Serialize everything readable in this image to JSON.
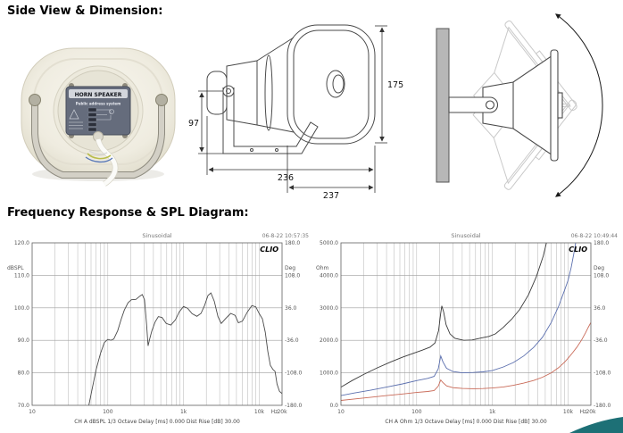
{
  "headings": {
    "side_view": "Side View & Dimension:",
    "frequency": "Frequency Response & SPL Diagram:"
  },
  "photo": {
    "label_title": "HORN SPEAKER",
    "label_subtitle": "Public address system"
  },
  "dimensions": {
    "bracket_height": "97",
    "horn_height": "175",
    "depth_body": "236",
    "depth_horn": "237"
  },
  "chart_data": [
    {
      "type": "line",
      "title": "Sinusoidal",
      "timestamp": "06-8-22 10:57:35",
      "logo": "CLIO",
      "x_scale": "log",
      "xlim": [
        10,
        20000
      ],
      "x_ticks": [
        {
          "v": 10,
          "label": "10"
        },
        {
          "v": 100,
          "label": "100"
        },
        {
          "v": 1000,
          "label": "1k"
        },
        {
          "v": 10000,
          "label": "10k"
        },
        {
          "v": 20000,
          "label": "20k"
        }
      ],
      "x_unit": "Hz",
      "left_axis": {
        "label": "dBSPL",
        "lim": [
          70,
          120
        ],
        "ticks": [
          {
            "v": 120,
            "label": "120.0"
          },
          {
            "v": 110,
            "label": "110.0"
          },
          {
            "v": 100,
            "label": "100.0"
          },
          {
            "v": 90,
            "label": "90.0"
          },
          {
            "v": 80,
            "label": "80.0"
          },
          {
            "v": 70,
            "label": "70.0"
          }
        ]
      },
      "right_axis": {
        "label": "Deg",
        "lim": [
          -180,
          180
        ],
        "ticks": [
          {
            "v": 180,
            "label": "180.0"
          },
          {
            "v": 108,
            "label": "108.0"
          },
          {
            "v": 36,
            "label": "36.0"
          },
          {
            "v": -36,
            "label": "-36.0"
          },
          {
            "v": -108,
            "label": "-108.0"
          },
          {
            "v": -180,
            "label": "-180.0"
          }
        ]
      },
      "caption": "CH A   dBSPL   1/3 Octave   Delay [ms] 0.000   Dist Rise [dB] 30.00",
      "series": [
        {
          "name": "spl-response",
          "color": "#4a4a4a",
          "points": [
            [
              55,
              69
            ],
            [
              62,
              75
            ],
            [
              70,
              81
            ],
            [
              80,
              86
            ],
            [
              90,
              89.3
            ],
            [
              100,
              90.3
            ],
            [
              110,
              90
            ],
            [
              120,
              90.4
            ],
            [
              135,
              93
            ],
            [
              150,
              96.5
            ],
            [
              165,
              99.3
            ],
            [
              185,
              101.6
            ],
            [
              205,
              102.5
            ],
            [
              235,
              102.6
            ],
            [
              265,
              103.6
            ],
            [
              285,
              104.1
            ],
            [
              305,
              102.5
            ],
            [
              325,
              95
            ],
            [
              340,
              88.3
            ],
            [
              355,
              90.2
            ],
            [
              380,
              92.8
            ],
            [
              420,
              95.6
            ],
            [
              465,
              97.3
            ],
            [
              520,
              97
            ],
            [
              590,
              95.2
            ],
            [
              680,
              94.7
            ],
            [
              780,
              96.3
            ],
            [
              880,
              98.8
            ],
            [
              1000,
              100.4
            ],
            [
              1130,
              99.9
            ],
            [
              1300,
              98.2
            ],
            [
              1500,
              97.4
            ],
            [
              1700,
              98.3
            ],
            [
              1900,
              100.8
            ],
            [
              2100,
              103.8
            ],
            [
              2300,
              104.6
            ],
            [
              2550,
              102
            ],
            [
              2850,
              97.3
            ],
            [
              3150,
              95.2
            ],
            [
              3600,
              96.7
            ],
            [
              4200,
              98.3
            ],
            [
              4800,
              97.7
            ],
            [
              5300,
              95.4
            ],
            [
              6000,
              95.9
            ],
            [
              7000,
              98.8
            ],
            [
              8000,
              100.7
            ],
            [
              9000,
              100.3
            ],
            [
              10000,
              98.2
            ],
            [
              11000,
              96.6
            ],
            [
              12000,
              92.5
            ],
            [
              13000,
              86.5
            ],
            [
              14000,
              82.3
            ],
            [
              15200,
              81
            ],
            [
              16200,
              80.4
            ],
            [
              17200,
              76.5
            ],
            [
              18500,
              74.3
            ],
            [
              20000,
              73.6
            ]
          ]
        }
      ]
    },
    {
      "type": "line",
      "title": "Sinusoidal",
      "timestamp": "06-8-22 10:49:44",
      "logo": "CLIO",
      "x_scale": "log",
      "xlim": [
        10,
        20000
      ],
      "x_ticks": [
        {
          "v": 10,
          "label": "10"
        },
        {
          "v": 100,
          "label": "100"
        },
        {
          "v": 1000,
          "label": "1k"
        },
        {
          "v": 10000,
          "label": "10k"
        },
        {
          "v": 20000,
          "label": "20k"
        }
      ],
      "x_unit": "Hz",
      "left_axis": {
        "label": "Ohm",
        "lim": [
          0,
          5000
        ],
        "ticks": [
          {
            "v": 5000,
            "label": "5000.0"
          },
          {
            "v": 4000,
            "label": "4000.0"
          },
          {
            "v": 3000,
            "label": "3000.0"
          },
          {
            "v": 2000,
            "label": "2000.0"
          },
          {
            "v": 1000,
            "label": "1000.0"
          },
          {
            "v": 0,
            "label": "0.0"
          }
        ]
      },
      "right_axis": {
        "label": "Deg",
        "lim": [
          -180,
          180
        ],
        "ticks": [
          {
            "v": 180,
            "label": "180.0"
          },
          {
            "v": 108,
            "label": "108.0"
          },
          {
            "v": 36,
            "label": "36.0"
          },
          {
            "v": -36,
            "label": "-36.0"
          },
          {
            "v": -108,
            "label": "-108.0"
          },
          {
            "v": -180,
            "label": "-180.0"
          }
        ]
      },
      "caption": "CH A   Ohm   1/3 Octave   Delay [ms] 0.000   Dist Rise [dB] 30.00",
      "series": [
        {
          "name": "impedance-black",
          "color": "#3a3a3a",
          "points": [
            [
              10,
              560
            ],
            [
              14,
              760
            ],
            [
              20,
              950
            ],
            [
              30,
              1150
            ],
            [
              45,
              1330
            ],
            [
              65,
              1480
            ],
            [
              90,
              1600
            ],
            [
              120,
              1700
            ],
            [
              150,
              1790
            ],
            [
              175,
              1920
            ],
            [
              195,
              2300
            ],
            [
              207,
              2800
            ],
            [
              215,
              3060
            ],
            [
              227,
              2880
            ],
            [
              245,
              2480
            ],
            [
              275,
              2200
            ],
            [
              320,
              2060
            ],
            [
              420,
              2000
            ],
            [
              540,
              2010
            ],
            [
              700,
              2070
            ],
            [
              900,
              2120
            ],
            [
              1100,
              2200
            ],
            [
              1400,
              2400
            ],
            [
              1800,
              2650
            ],
            [
              2300,
              2950
            ],
            [
              3000,
              3400
            ],
            [
              3800,
              3950
            ],
            [
              4700,
              4600
            ],
            [
              5500,
              5250
            ],
            [
              6300,
              6100
            ]
          ]
        },
        {
          "name": "impedance-blue",
          "color": "#5b6fae",
          "points": [
            [
              10,
              300
            ],
            [
              15,
              380
            ],
            [
              25,
              470
            ],
            [
              40,
              560
            ],
            [
              65,
              660
            ],
            [
              100,
              760
            ],
            [
              140,
              830
            ],
            [
              170,
              890
            ],
            [
              193,
              1120
            ],
            [
              208,
              1520
            ],
            [
              222,
              1340
            ],
            [
              248,
              1140
            ],
            [
              300,
              1040
            ],
            [
              400,
              1000
            ],
            [
              560,
              1010
            ],
            [
              750,
              1030
            ],
            [
              1000,
              1070
            ],
            [
              1400,
              1180
            ],
            [
              1900,
              1320
            ],
            [
              2600,
              1520
            ],
            [
              3500,
              1780
            ],
            [
              4600,
              2100
            ],
            [
              6000,
              2550
            ],
            [
              7500,
              3050
            ],
            [
              9000,
              3550
            ],
            [
              10000,
              3850
            ],
            [
              11000,
              4250
            ],
            [
              12200,
              4800
            ],
            [
              13200,
              5300
            ],
            [
              14000,
              5900
            ]
          ]
        },
        {
          "name": "impedance-red",
          "color": "#c96a58",
          "points": [
            [
              10,
              150
            ],
            [
              15,
              195
            ],
            [
              25,
              250
            ],
            [
              40,
              300
            ],
            [
              65,
              350
            ],
            [
              100,
              395
            ],
            [
              140,
              425
            ],
            [
              170,
              455
            ],
            [
              193,
              590
            ],
            [
              208,
              780
            ],
            [
              222,
              700
            ],
            [
              248,
              600
            ],
            [
              300,
              545
            ],
            [
              400,
              518
            ],
            [
              560,
              510
            ],
            [
              750,
              516
            ],
            [
              1000,
              532
            ],
            [
              1400,
              566
            ],
            [
              1900,
              615
            ],
            [
              2600,
              685
            ],
            [
              3500,
              765
            ],
            [
              4600,
              865
            ],
            [
              6000,
              1000
            ],
            [
              7500,
              1160
            ],
            [
              9000,
              1330
            ],
            [
              10000,
              1450
            ],
            [
              11500,
              1620
            ],
            [
              13000,
              1780
            ],
            [
              15000,
              2000
            ],
            [
              17000,
              2230
            ],
            [
              18500,
              2400
            ],
            [
              20000,
              2550
            ]
          ]
        }
      ]
    }
  ]
}
